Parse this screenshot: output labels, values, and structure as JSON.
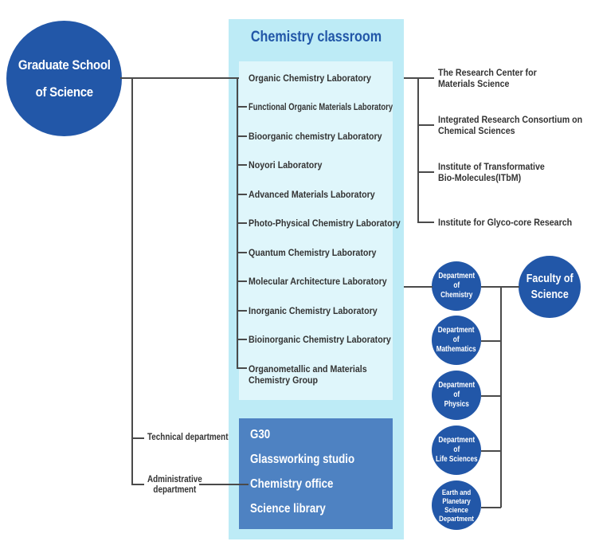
{
  "graduate_school": {
    "line1": "Graduate School",
    "line2": "of Science"
  },
  "chemistry_classroom": {
    "title": "Chemistry classroom",
    "labs": [
      "Organic Chemistry Laboratory",
      "Functional Organic Materials Laboratory",
      "Bioorganic chemistry Laboratory",
      "Noyori Laboratory",
      "Advanced Materials Laboratory",
      "Photo-Physical Chemistry Laboratory",
      "Quantum Chemistry Laboratory",
      "Molecular Architecture Laboratory",
      "Inorganic Chemistry Laboratory",
      "Bioinorganic Chemistry Laboratory",
      [
        "Organometallic and Materials",
        "Chemistry Group"
      ]
    ],
    "services": [
      "G30",
      "Glassworking studio",
      "Chemistry office",
      "Science library"
    ]
  },
  "departments_left": {
    "technical": "Technical department",
    "administrative": [
      "Administrative",
      "department"
    ]
  },
  "research_centers": [
    [
      "The Research Center for",
      "Materials Science"
    ],
    [
      "Integrated Research Consortium on",
      "Chemical Sciences"
    ],
    [
      "Institute of Transformative",
      "Bio-Molecules(ITbM)"
    ],
    [
      "Institute for Glyco-core Research"
    ]
  ],
  "science_departments": [
    [
      "Department",
      "of",
      "Chemistry"
    ],
    [
      "Department",
      "of",
      "Mathematics"
    ],
    [
      "Department",
      "of",
      "Physics"
    ],
    [
      "Department",
      "of",
      "Life Sciences"
    ],
    [
      "Earth and",
      "Planetary",
      "Science",
      "Department"
    ]
  ],
  "faculty": {
    "line1": "Faculty of",
    "line2": "Science"
  },
  "colors": {
    "circle_blue": "#2257a8",
    "panel_cyan": "#bdebf6",
    "lab_panel": "#dff6fb",
    "service_box": "#4e82c2",
    "line": "#4a4a4a"
  }
}
